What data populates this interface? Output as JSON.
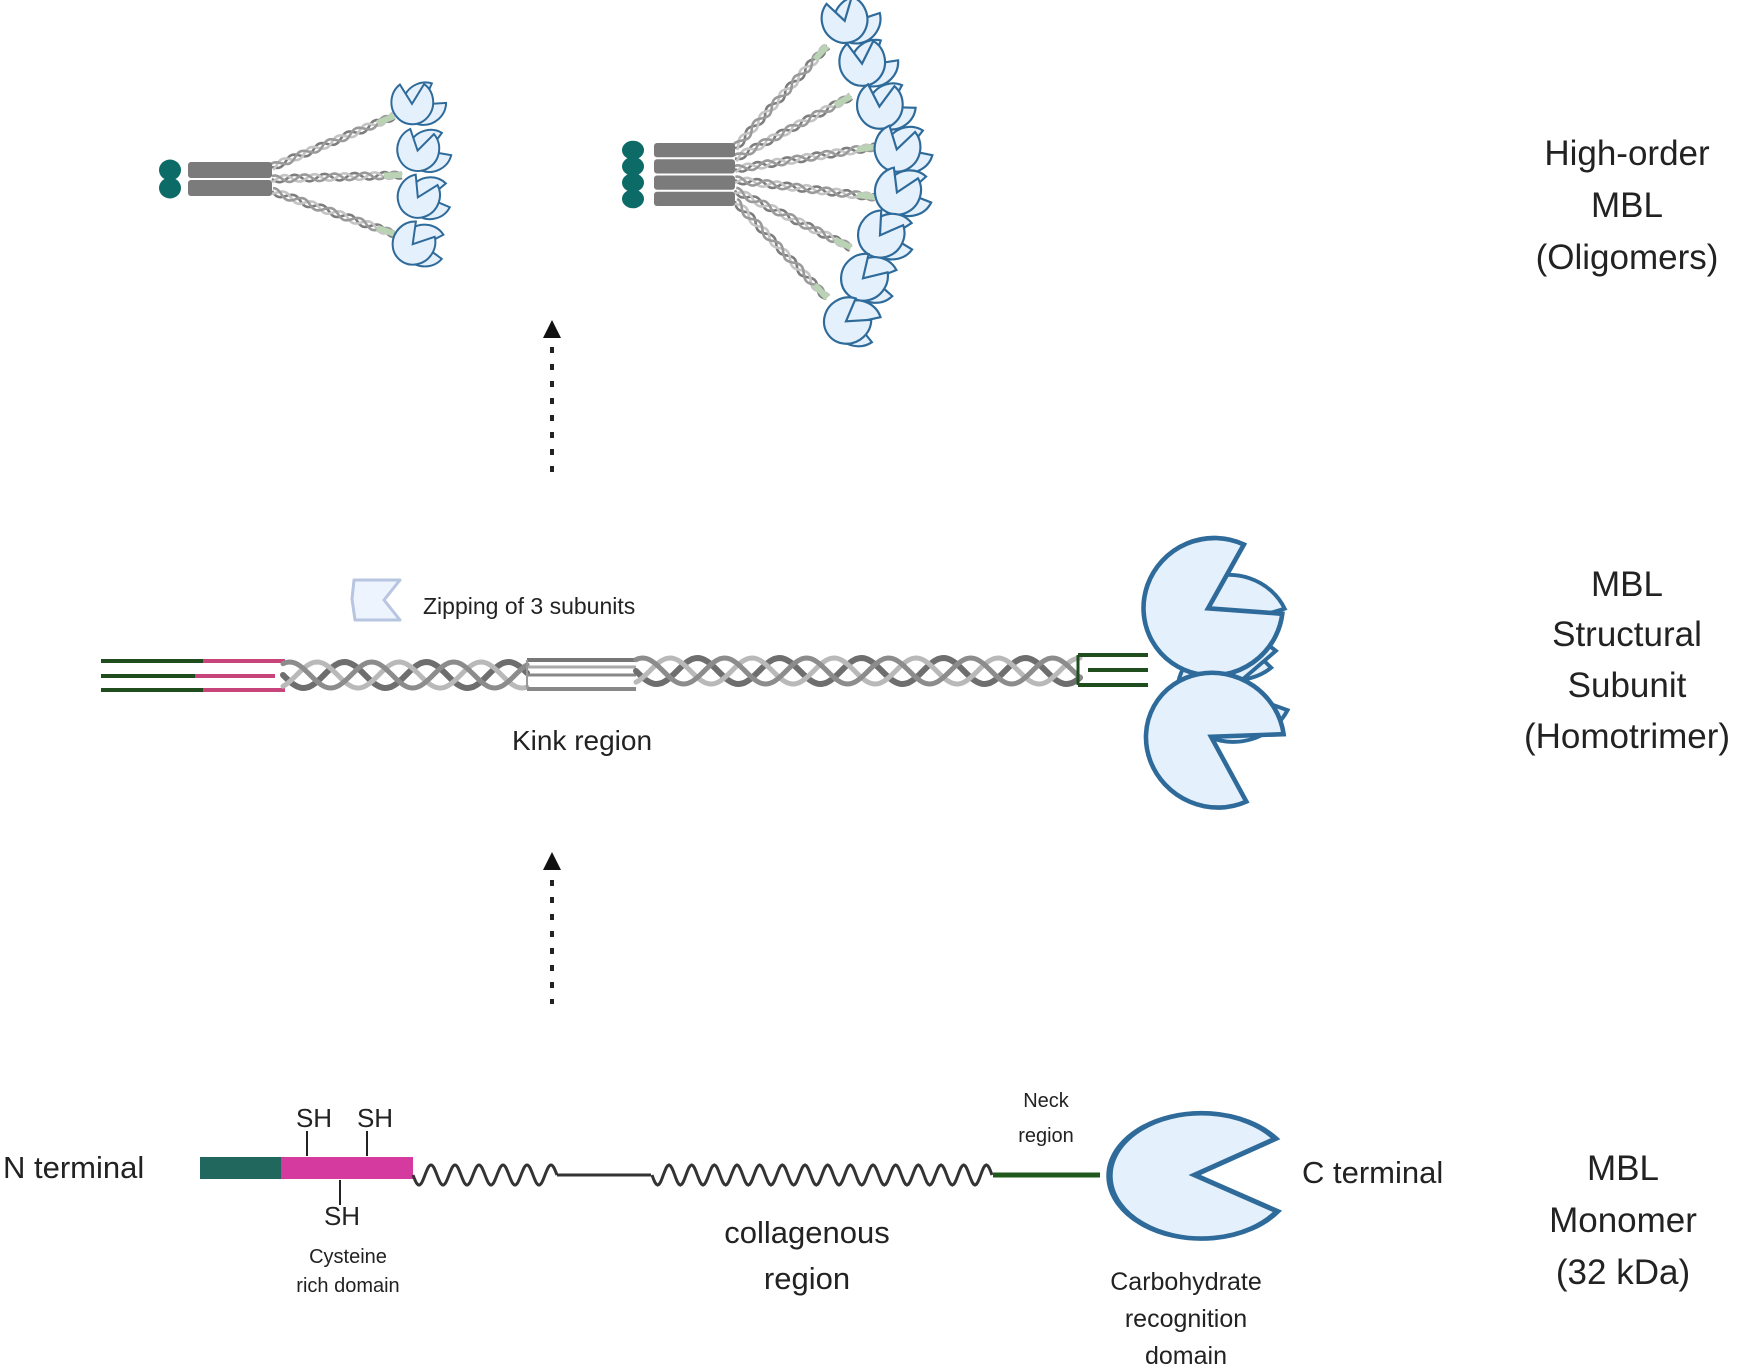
{
  "colors": {
    "teal": "#22675e",
    "teal_dot": "#0d6b67",
    "pink": "#d53a9e",
    "neck_green": "#1f5a1c",
    "crd_fill": "#e4f0fb",
    "crd_stroke": "#2e6a9a",
    "helix_dark": "#6e6e6e",
    "helix_light": "#b9b9b9",
    "block_gray": "#7b7b7b",
    "zipper_fill": "#eef4fd",
    "zipper_stroke": "#b7c5e0"
  },
  "stages": {
    "oligomers": {
      "line1": "High-order",
      "line2": "MBL",
      "line3": "(Oligomers)"
    },
    "subunit": {
      "line1": "MBL",
      "line2": "Structural",
      "line3": "Subunit",
      "line4": "(Homotrimer)"
    },
    "monomer": {
      "line1": "MBL",
      "line2": "Monomer",
      "line3": "(32 kDa)"
    }
  },
  "subunit_labels": {
    "zipping": "Zipping of 3 subunits",
    "kink": "Kink region"
  },
  "monomer_labels": {
    "n_terminal": "N terminal",
    "c_terminal": "C terminal",
    "sh_top_1": "SH",
    "sh_top_2": "SH",
    "sh_bottom": "SH",
    "cysteine_line1": "Cysteine",
    "cysteine_line2": "rich domain",
    "collagenous_line1": "collagenous",
    "collagenous_line2": "region",
    "neck_line1": "Neck",
    "neck_line2": "region",
    "crd_line1": "Carbohydrate",
    "crd_line2": "recognition",
    "crd_line3": "domain"
  },
  "oligomers": [
    {
      "name": "small",
      "arms": 3,
      "heads": 4
    },
    {
      "name": "large",
      "arms": 6,
      "heads": 8
    }
  ],
  "arrows": [
    {
      "from": "monomer",
      "to": "subunit"
    },
    {
      "from": "subunit",
      "to": "oligomers"
    }
  ]
}
